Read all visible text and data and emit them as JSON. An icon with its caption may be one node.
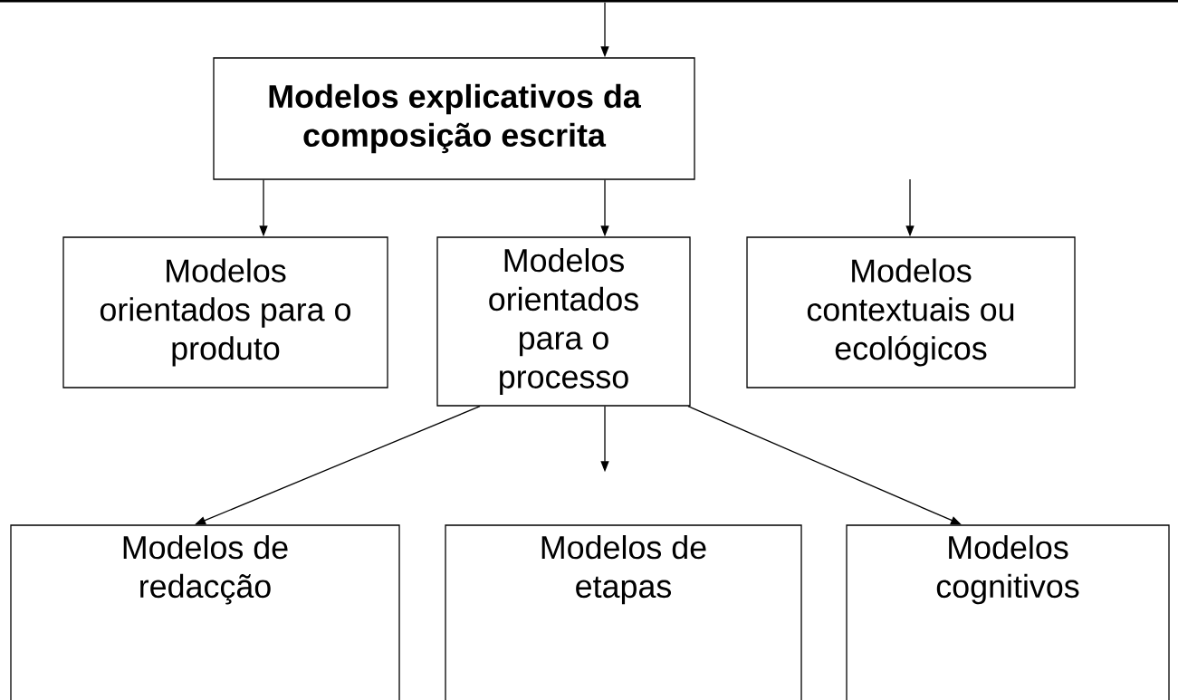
{
  "diagram": {
    "nodes": [
      {
        "text": [],
        "shape": "bar"
      },
      {
        "text": [
          "Modelos explicativos da composição escrita"
        ]
      },
      {
        "text": [
          "Modelos orientados para o produto"
        ]
      },
      {
        "text": [
          "Modelos orientados para o processo"
        ]
      },
      {
        "text": [
          "Modelos contextuais ou ecológicos"
        ]
      },
      {
        "text": [
          "Modelos de redacção"
        ]
      },
      {
        "text": [
          "Modelos de etapas"
        ]
      },
      {
        "text": [
          "Modelos cognitivos"
        ]
      }
    ],
    "edges": [
      {
        "from": 0,
        "to": 1,
        "arrow": "to"
      },
      {
        "from": 1,
        "to": 2,
        "arrow": "to"
      },
      {
        "from": 1,
        "to": 3,
        "arrow": "to"
      },
      {
        "from": null,
        "to": 4,
        "arrow": "to"
      },
      {
        "from": 3,
        "to": 5,
        "arrow": "to"
      },
      {
        "from": 3,
        "to": 6,
        "arrow": "to"
      },
      {
        "from": 3,
        "to": 7,
        "arrow": "to"
      }
    ]
  }
}
